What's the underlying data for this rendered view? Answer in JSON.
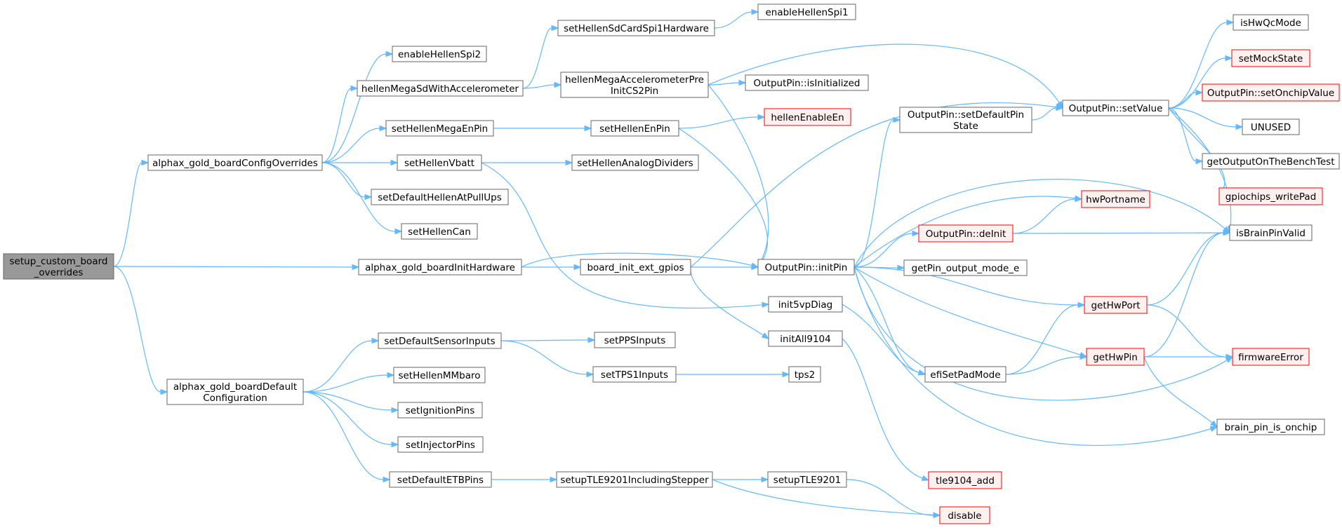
{
  "colors": {
    "edge": "#63b8ff",
    "node_fill": "#ffffff",
    "node_stroke": "#666666",
    "truncated_fill": "#fff0f0",
    "truncated_stroke": "#ff0000",
    "root_fill": "#999999",
    "root_stroke": "#666666"
  },
  "nodes": [
    {
      "id": "setup_custom_board_overrides",
      "lines": [
        "setup_custom_board",
        "_overrides"
      ],
      "style": "root"
    },
    {
      "id": "alphax_gold_boardConfigOverrides",
      "lines": [
        "alphax_gold_boardConfigOverrides"
      ],
      "style": "normal"
    },
    {
      "id": "alphax_gold_boardInitHardware",
      "lines": [
        "alphax_gold_boardInitHardware"
      ],
      "style": "normal"
    },
    {
      "id": "alphax_gold_boardDefaultConfiguration",
      "lines": [
        "alphax_gold_boardDefault",
        "Configuration"
      ],
      "style": "normal"
    },
    {
      "id": "enableHellenSpi2",
      "lines": [
        "enableHellenSpi2"
      ],
      "style": "normal"
    },
    {
      "id": "hellenMegaSdWithAccelerometer",
      "lines": [
        "hellenMegaSdWithAccelerometer"
      ],
      "style": "normal"
    },
    {
      "id": "setHellenMegaEnPin",
      "lines": [
        "setHellenMegaEnPin"
      ],
      "style": "normal"
    },
    {
      "id": "setHellenVbatt",
      "lines": [
        "setHellenVbatt"
      ],
      "style": "normal"
    },
    {
      "id": "setDefaultHellenAtPullUps",
      "lines": [
        "setDefaultHellenAtPullUps"
      ],
      "style": "normal"
    },
    {
      "id": "setHellenCan",
      "lines": [
        "setHellenCan"
      ],
      "style": "normal"
    },
    {
      "id": "setDefaultSensorInputs",
      "lines": [
        "setDefaultSensorInputs"
      ],
      "style": "normal"
    },
    {
      "id": "setHellenMMbaro",
      "lines": [
        "setHellenMMbaro"
      ],
      "style": "normal"
    },
    {
      "id": "setIgnitionPins",
      "lines": [
        "setIgnitionPins"
      ],
      "style": "normal"
    },
    {
      "id": "setInjectorPins",
      "lines": [
        "setInjectorPins"
      ],
      "style": "normal"
    },
    {
      "id": "setDefaultETBPins",
      "lines": [
        "setDefaultETBPins"
      ],
      "style": "normal"
    },
    {
      "id": "setHellenSdCardSpi1Hardware",
      "lines": [
        "setHellenSdCardSpi1Hardware"
      ],
      "style": "normal"
    },
    {
      "id": "hellenMegaAccelerometerPreInitCS2Pin",
      "lines": [
        "hellenMegaAccelerometerPre",
        "InitCS2Pin"
      ],
      "style": "normal"
    },
    {
      "id": "setHellenEnPin",
      "lines": [
        "setHellenEnPin"
      ],
      "style": "normal"
    },
    {
      "id": "setHellenAnalogDividers",
      "lines": [
        "setHellenAnalogDividers"
      ],
      "style": "normal"
    },
    {
      "id": "board_init_ext_gpios",
      "lines": [
        "board_init_ext_gpios"
      ],
      "style": "normal"
    },
    {
      "id": "setPPSInputs",
      "lines": [
        "setPPSInputs"
      ],
      "style": "normal"
    },
    {
      "id": "setTPS1Inputs",
      "lines": [
        "setTPS1Inputs"
      ],
      "style": "normal"
    },
    {
      "id": "setupTLE9201IncludingStepper",
      "lines": [
        "setupTLE9201IncludingStepper"
      ],
      "style": "normal"
    },
    {
      "id": "enableHellenSpi1",
      "lines": [
        "enableHellenSpi1"
      ],
      "style": "normal"
    },
    {
      "id": "OutputPin_isInitialized",
      "lines": [
        "OutputPin::isInitialized"
      ],
      "style": "normal"
    },
    {
      "id": "hellenEnableEn",
      "lines": [
        "hellenEnableEn"
      ],
      "style": "truncated"
    },
    {
      "id": "OutputPin_initPin",
      "lines": [
        "OutputPin::initPin"
      ],
      "style": "normal"
    },
    {
      "id": "init5vpDiag",
      "lines": [
        "init5vpDiag"
      ],
      "style": "normal"
    },
    {
      "id": "initAll9104",
      "lines": [
        "initAll9104"
      ],
      "style": "normal"
    },
    {
      "id": "tps2",
      "lines": [
        "tps2"
      ],
      "style": "normal"
    },
    {
      "id": "setupTLE9201",
      "lines": [
        "setupTLE9201"
      ],
      "style": "normal"
    },
    {
      "id": "OutputPin_setDefaultPinState",
      "lines": [
        "OutputPin::setDefaultPin",
        "State"
      ],
      "style": "normal"
    },
    {
      "id": "OutputPin_deInit",
      "lines": [
        "OutputPin::deInit"
      ],
      "style": "truncated"
    },
    {
      "id": "getPin_output_mode_e",
      "lines": [
        "getPin_output_mode_e"
      ],
      "style": "normal"
    },
    {
      "id": "efiSetPadMode",
      "lines": [
        "efiSetPadMode"
      ],
      "style": "normal"
    },
    {
      "id": "tle9104_add",
      "lines": [
        "tle9104_add"
      ],
      "style": "truncated"
    },
    {
      "id": "disable",
      "lines": [
        "disable"
      ],
      "style": "truncated"
    },
    {
      "id": "OutputPin_setValue",
      "lines": [
        "OutputPin::setValue"
      ],
      "style": "normal"
    },
    {
      "id": "hwPortname",
      "lines": [
        "hwPortname"
      ],
      "style": "truncated"
    },
    {
      "id": "getHwPort",
      "lines": [
        "getHwPort"
      ],
      "style": "truncated"
    },
    {
      "id": "getHwPin",
      "lines": [
        "getHwPin"
      ],
      "style": "truncated"
    },
    {
      "id": "isHwQcMode",
      "lines": [
        "isHwQcMode"
      ],
      "style": "normal"
    },
    {
      "id": "setMockState",
      "lines": [
        "setMockState"
      ],
      "style": "truncated"
    },
    {
      "id": "OutputPin_setOnchipValue",
      "lines": [
        "OutputPin::setOnchipValue"
      ],
      "style": "truncated"
    },
    {
      "id": "UNUSED",
      "lines": [
        "UNUSED"
      ],
      "style": "normal"
    },
    {
      "id": "getOutputOnTheBenchTest",
      "lines": [
        "getOutputOnTheBenchTest"
      ],
      "style": "normal"
    },
    {
      "id": "gpiochips_writePad",
      "lines": [
        "gpiochips_writePad"
      ],
      "style": "truncated"
    },
    {
      "id": "isBrainPinValid",
      "lines": [
        "isBrainPinValid"
      ],
      "style": "normal"
    },
    {
      "id": "firmwareError",
      "lines": [
        "firmwareError"
      ],
      "style": "truncated"
    },
    {
      "id": "brain_pin_is_onchip",
      "lines": [
        "brain_pin_is_onchip"
      ],
      "style": "normal"
    }
  ],
  "edges": [
    [
      "setup_custom_board_overrides",
      "alphax_gold_boardConfigOverrides"
    ],
    [
      "setup_custom_board_overrides",
      "alphax_gold_boardInitHardware"
    ],
    [
      "setup_custom_board_overrides",
      "alphax_gold_boardDefaultConfiguration"
    ],
    [
      "alphax_gold_boardConfigOverrides",
      "enableHellenSpi2"
    ],
    [
      "alphax_gold_boardConfigOverrides",
      "hellenMegaSdWithAccelerometer"
    ],
    [
      "alphax_gold_boardConfigOverrides",
      "setHellenMegaEnPin"
    ],
    [
      "alphax_gold_boardConfigOverrides",
      "setHellenVbatt"
    ],
    [
      "alphax_gold_boardConfigOverrides",
      "setDefaultHellenAtPullUps"
    ],
    [
      "alphax_gold_boardConfigOverrides",
      "setHellenCan"
    ],
    [
      "hellenMegaSdWithAccelerometer",
      "setHellenSdCardSpi1Hardware"
    ],
    [
      "hellenMegaSdWithAccelerometer",
      "hellenMegaAccelerometerPreInitCS2Pin"
    ],
    [
      "setHellenSdCardSpi1Hardware",
      "enableHellenSpi1"
    ],
    [
      "hellenMegaAccelerometerPreInitCS2Pin",
      "OutputPin_isInitialized"
    ],
    [
      "hellenMegaAccelerometerPreInitCS2Pin",
      "OutputPin_setValue"
    ],
    [
      "hellenMegaAccelerometerPreInitCS2Pin",
      "OutputPin_initPin"
    ],
    [
      "setHellenMegaEnPin",
      "setHellenEnPin"
    ],
    [
      "setHellenEnPin",
      "hellenEnableEn"
    ],
    [
      "setHellenEnPin",
      "OutputPin_initPin"
    ],
    [
      "setHellenVbatt",
      "setHellenAnalogDividers"
    ],
    [
      "setHellenVbatt",
      "init5vpDiag"
    ],
    [
      "alphax_gold_boardInitHardware",
      "board_init_ext_gpios"
    ],
    [
      "alphax_gold_boardInitHardware",
      "OutputPin_initPin"
    ],
    [
      "board_init_ext_gpios",
      "OutputPin_initPin"
    ],
    [
      "board_init_ext_gpios",
      "OutputPin_setValue"
    ],
    [
      "board_init_ext_gpios",
      "initAll9104"
    ],
    [
      "alphax_gold_boardDefaultConfiguration",
      "setDefaultSensorInputs"
    ],
    [
      "alphax_gold_boardDefaultConfiguration",
      "setHellenMMbaro"
    ],
    [
      "alphax_gold_boardDefaultConfiguration",
      "setIgnitionPins"
    ],
    [
      "alphax_gold_boardDefaultConfiguration",
      "setInjectorPins"
    ],
    [
      "alphax_gold_boardDefaultConfiguration",
      "setDefaultETBPins"
    ],
    [
      "setDefaultSensorInputs",
      "setPPSInputs"
    ],
    [
      "setDefaultSensorInputs",
      "setTPS1Inputs"
    ],
    [
      "setTPS1Inputs",
      "tps2"
    ],
    [
      "setDefaultETBPins",
      "setupTLE9201IncludingStepper"
    ],
    [
      "setupTLE9201IncludingStepper",
      "setupTLE9201"
    ],
    [
      "setupTLE9201IncludingStepper",
      "disable"
    ],
    [
      "setupTLE9201",
      "disable"
    ],
    [
      "init5vpDiag",
      "efiSetPadMode"
    ],
    [
      "initAll9104",
      "tle9104_add"
    ],
    [
      "OutputPin_initPin",
      "OutputPin_setDefaultPinState"
    ],
    [
      "OutputPin_initPin",
      "isBrainPinValid"
    ],
    [
      "OutputPin_initPin",
      "hwPortname"
    ],
    [
      "OutputPin_initPin",
      "OutputPin_deInit"
    ],
    [
      "OutputPin_initPin",
      "getPin_output_mode_e"
    ],
    [
      "OutputPin_initPin",
      "getHwPort"
    ],
    [
      "OutputPin_initPin",
      "getHwPin"
    ],
    [
      "OutputPin_initPin",
      "efiSetPadMode"
    ],
    [
      "OutputPin_initPin",
      "firmwareError"
    ],
    [
      "OutputPin_initPin",
      "brain_pin_is_onchip"
    ],
    [
      "OutputPin_setDefaultPinState",
      "OutputPin_setValue"
    ],
    [
      "OutputPin_deInit",
      "hwPortname"
    ],
    [
      "OutputPin_deInit",
      "isBrainPinValid"
    ],
    [
      "efiSetPadMode",
      "getHwPort"
    ],
    [
      "efiSetPadMode",
      "getHwPin"
    ],
    [
      "OutputPin_setValue",
      "isHwQcMode"
    ],
    [
      "OutputPin_setValue",
      "setMockState"
    ],
    [
      "OutputPin_setValue",
      "OutputPin_setOnchipValue"
    ],
    [
      "OutputPin_setValue",
      "UNUSED"
    ],
    [
      "OutputPin_setValue",
      "getOutputOnTheBenchTest"
    ],
    [
      "OutputPin_setValue",
      "gpiochips_writePad"
    ],
    [
      "OutputPin_setValue",
      "isBrainPinValid"
    ],
    [
      "getHwPort",
      "isBrainPinValid"
    ],
    [
      "getHwPort",
      "firmwareError"
    ],
    [
      "getHwPin",
      "isBrainPinValid"
    ],
    [
      "getHwPin",
      "firmwareError"
    ],
    [
      "getHwPin",
      "brain_pin_is_onchip"
    ]
  ]
}
